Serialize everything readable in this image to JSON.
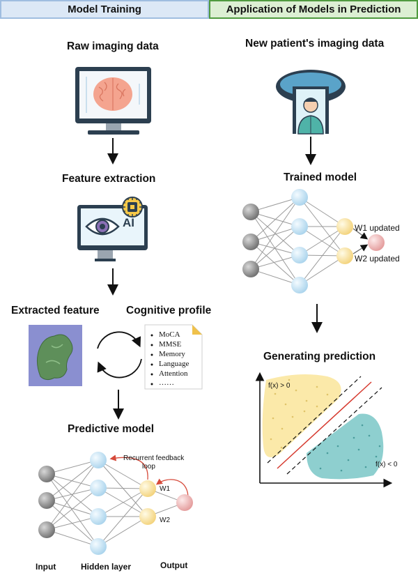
{
  "headers": {
    "left": "Model Training",
    "right": "Application of Models in Prediction"
  },
  "left_panel": {
    "raw_title": "Raw imaging data",
    "feature_title": "Feature extraction",
    "ai_badge": "AI",
    "extracted_title": "Extracted feature",
    "cognitive_title": "Cognitive profile",
    "cognitive_items": [
      "MoCA",
      "MMSE",
      "Memory",
      "Language",
      "Attention",
      "……"
    ],
    "predictive_title": "Predictive model",
    "feedback_label_1": "Recurrent feedback",
    "feedback_label_2": "loop",
    "w1": "W1",
    "w2": "W2",
    "bottom_input": "Input",
    "bottom_hidden": "Hidden layer",
    "bottom_output": "Output"
  },
  "right_panel": {
    "new_patient_title": "New patient's imaging data",
    "trained_title": "Trained model",
    "w1_updated": "W1 updated",
    "w2_updated": "W2 updated",
    "generating_title": "Generating prediction",
    "fx_pos": "f(x) > 0",
    "fx_neg": "f(x) < 0"
  },
  "colors": {
    "node_input": "#8a8a8a",
    "node_hidden": "#cfe6f5",
    "node_output": "#fbe7b0",
    "node_final": "#f2c4c4",
    "region_yellow": "#fbe9a9",
    "region_teal": "#8ecfcf",
    "separator": "#d63a2f",
    "arrow_red": "#d64a3a"
  }
}
